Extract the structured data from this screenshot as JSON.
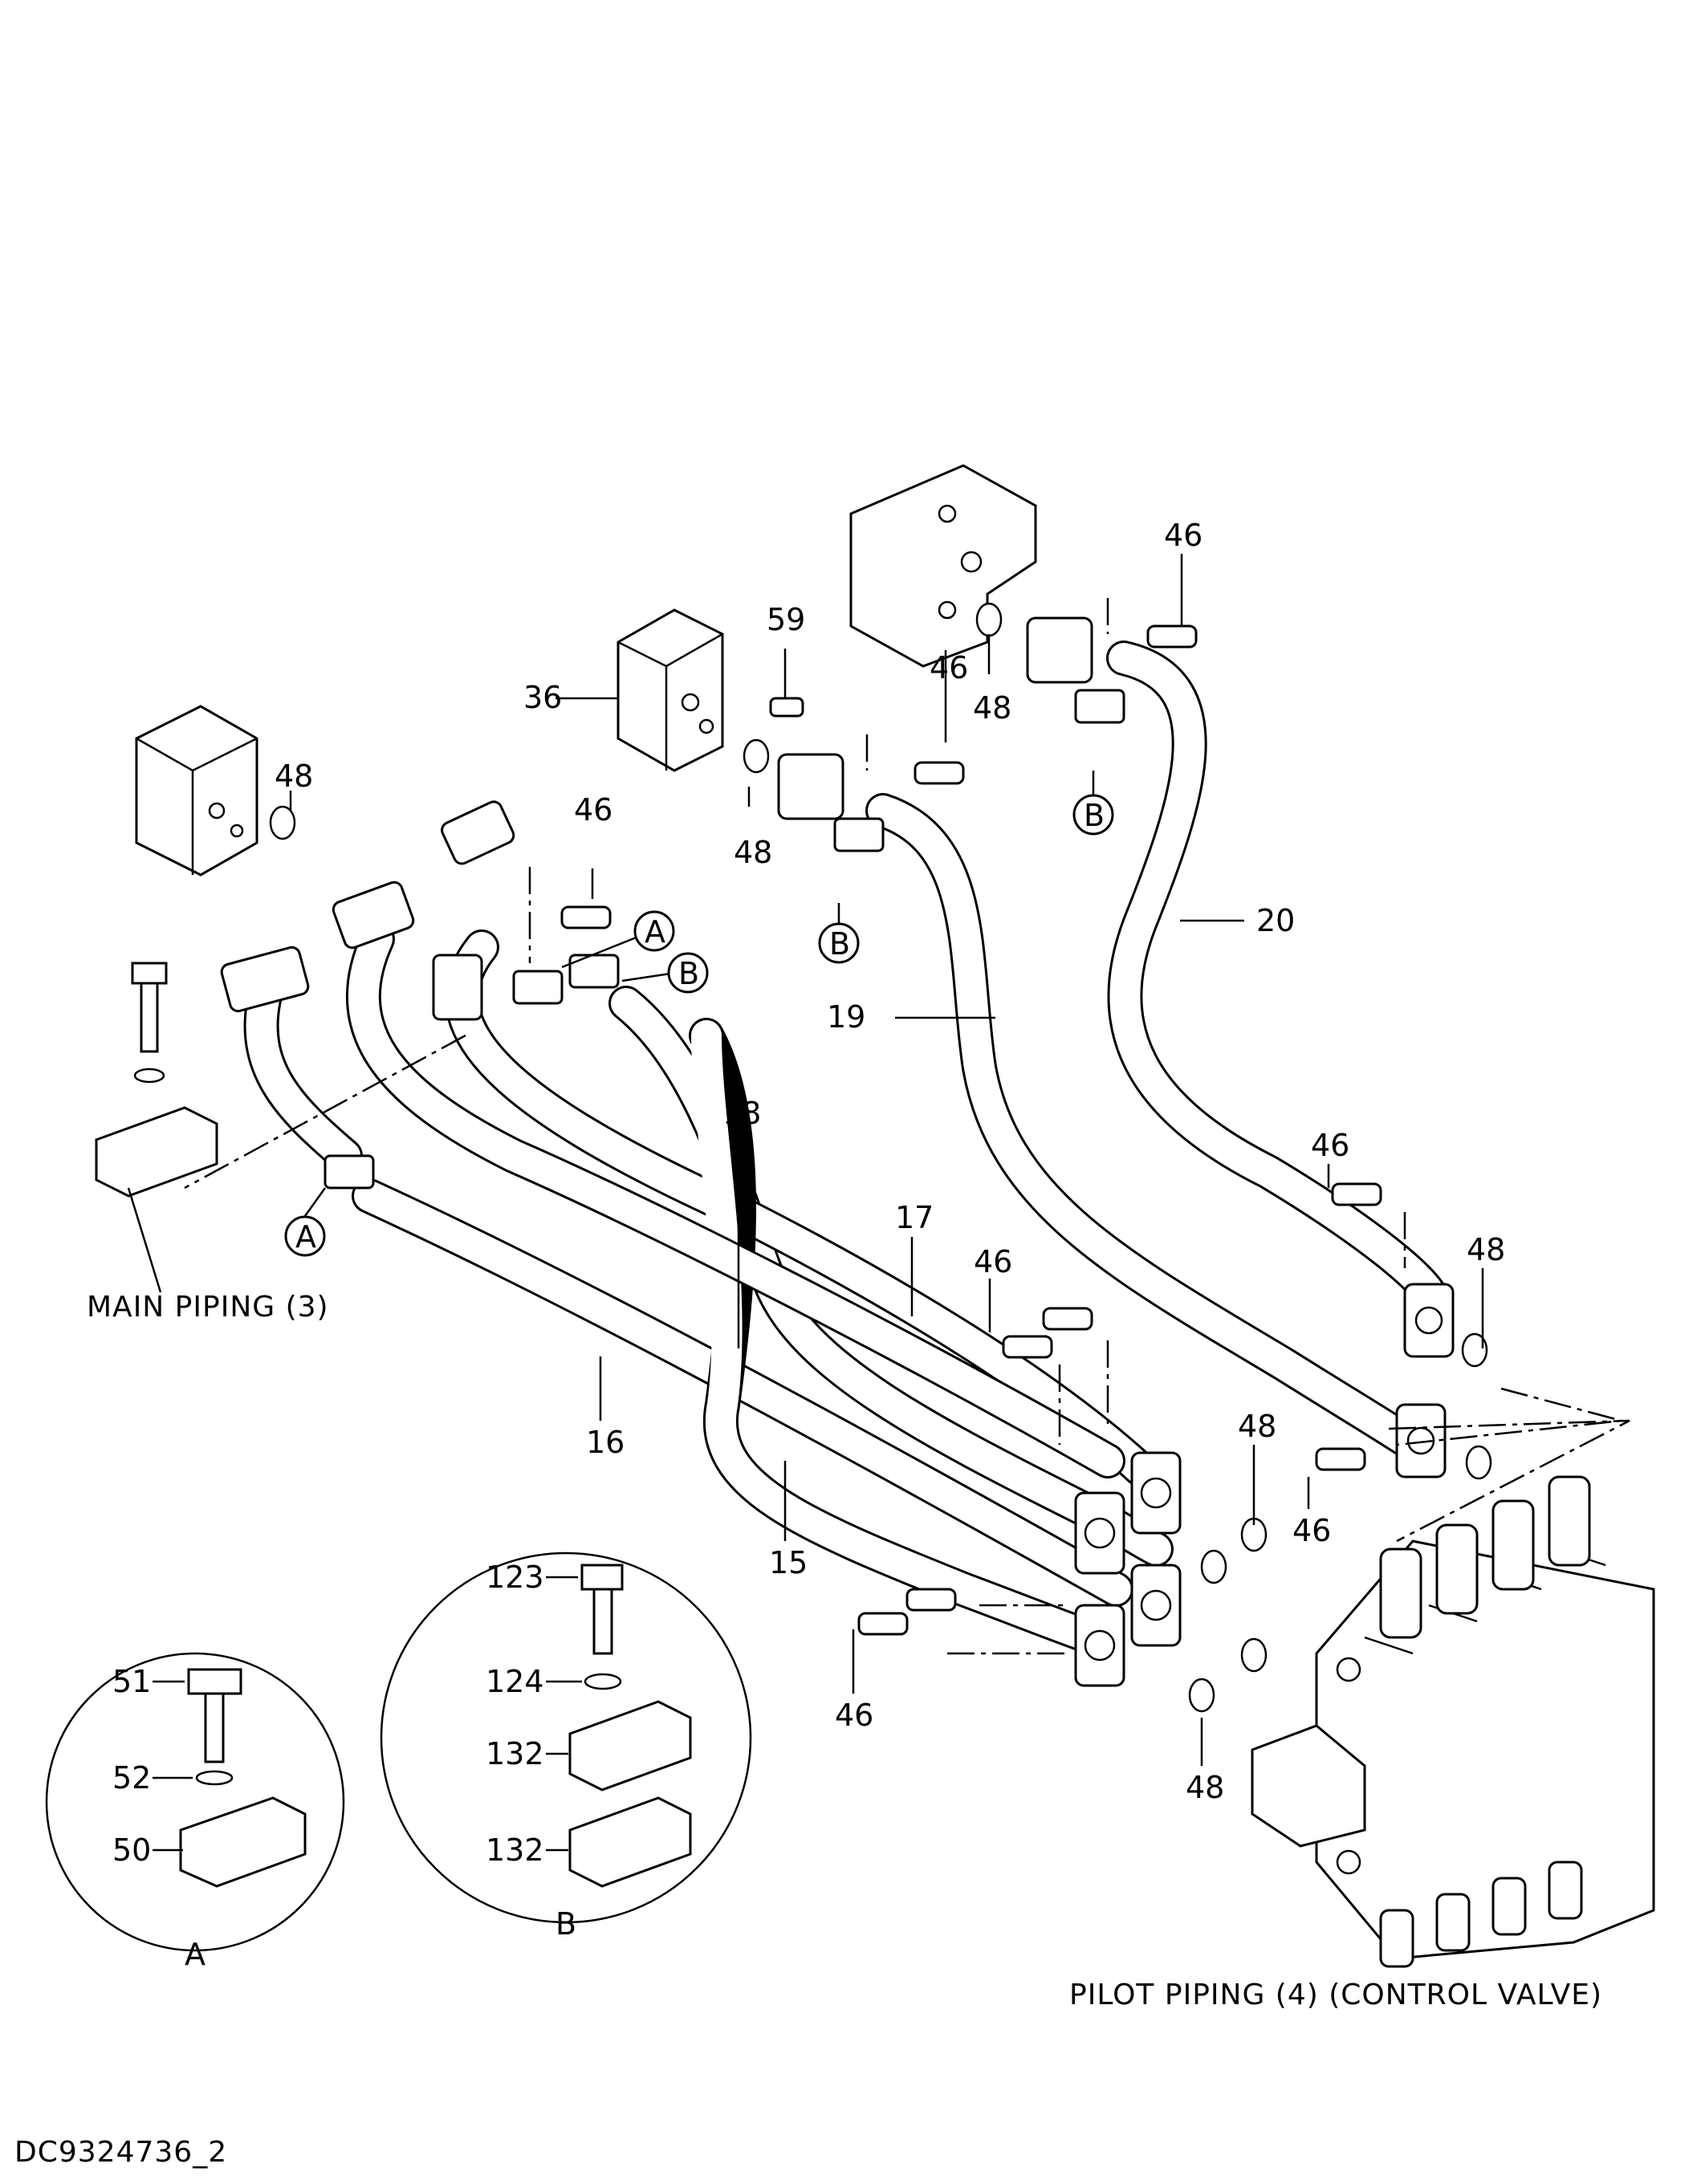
{
  "captions": {
    "main_piping": "MAIN  PIPING (3)",
    "pilot_piping": "PILOT  PIPING  (4) (CONTROL  VALVE)",
    "drawing_id": "DC9324736_2",
    "detail_a": "A",
    "detail_b": "B"
  },
  "callouts": {
    "p15": "15",
    "p16": "16",
    "p17": "17",
    "p18": "18",
    "p19": "19",
    "p20": "20",
    "p36": "36",
    "p46": "46",
    "p48": "48",
    "p59": "59",
    "p50": "50",
    "p51": "51",
    "p52": "52",
    "p123": "123",
    "p124": "124",
    "p132": "132"
  },
  "markers": {
    "a": "A",
    "b": "B"
  }
}
